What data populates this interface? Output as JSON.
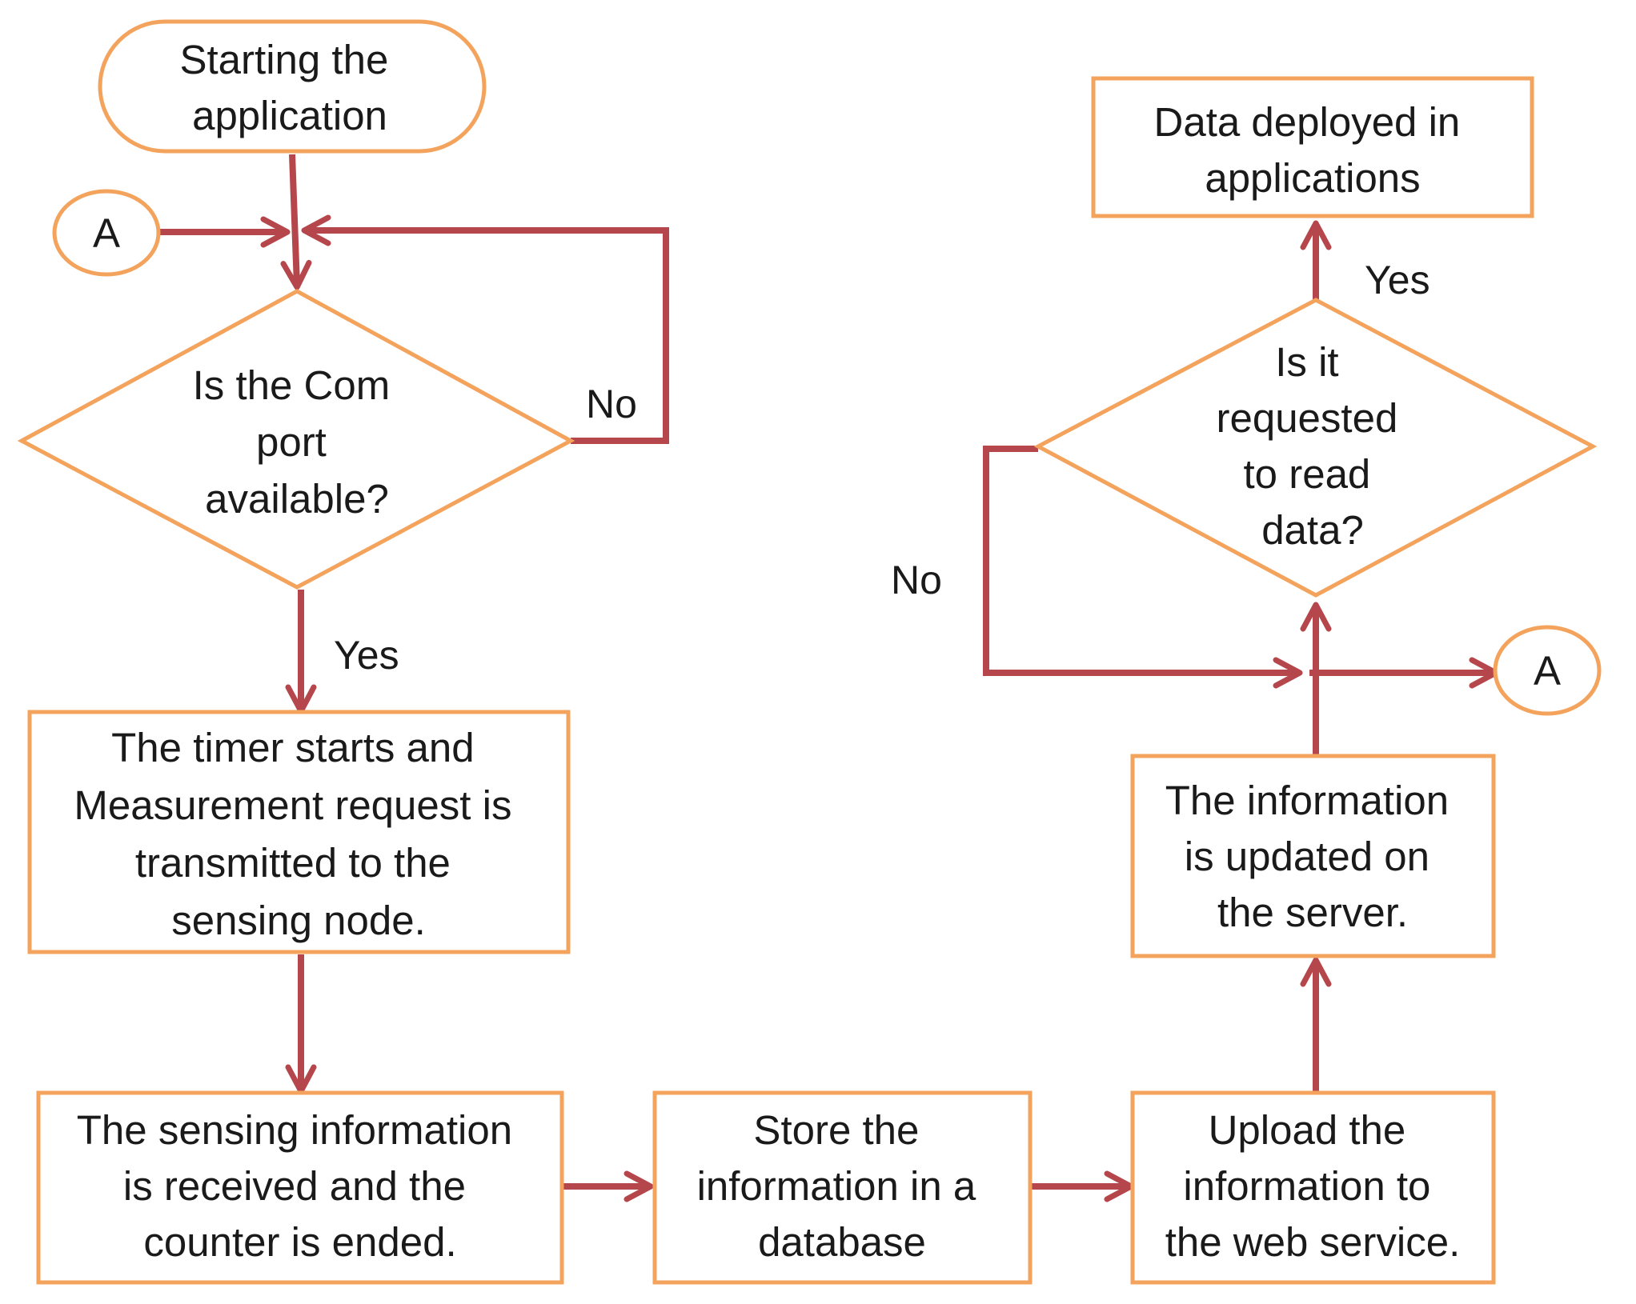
{
  "colors": {
    "shape_outline": "#f4a35d",
    "connector": "#b5474c",
    "text": "#1a1a1a",
    "background": "#ffffff"
  },
  "nodes": {
    "start": {
      "shape": "terminator",
      "lines": [
        "Starting the",
        "application"
      ]
    },
    "connector_in": {
      "shape": "connector",
      "lines": [
        "A"
      ]
    },
    "decision_com_port": {
      "shape": "decision",
      "lines": [
        "Is the Com",
        "port",
        "available?"
      ]
    },
    "timer": {
      "shape": "process",
      "lines": [
        "The timer starts and",
        "Measurement request is",
        "transmitted to the",
        "sensing node."
      ]
    },
    "receive": {
      "shape": "process",
      "lines": [
        "The sensing information",
        "is received and the",
        "counter is ended."
      ]
    },
    "store": {
      "shape": "process",
      "lines": [
        "Store the",
        "information in a",
        "database"
      ]
    },
    "upload": {
      "shape": "process",
      "lines": [
        "Upload the",
        "information to",
        "the web service."
      ]
    },
    "update_server": {
      "shape": "process",
      "lines": [
        "The information",
        "is updated on",
        "the server."
      ]
    },
    "decision_read": {
      "shape": "decision",
      "lines": [
        "Is it",
        "requested",
        "to read",
        "data?"
      ]
    },
    "deployed": {
      "shape": "process",
      "lines": [
        "Data deployed in",
        "applications"
      ]
    },
    "connector_out": {
      "shape": "connector",
      "lines": [
        "A"
      ]
    }
  },
  "edge_labels": {
    "com_no": "No",
    "com_yes": "Yes",
    "read_yes": "Yes",
    "read_no": "No"
  }
}
